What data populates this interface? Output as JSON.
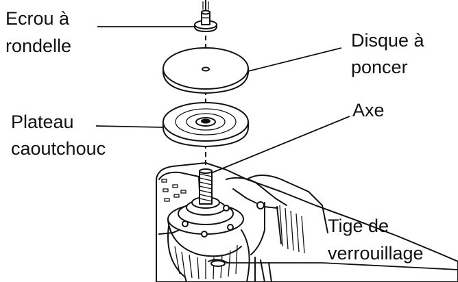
{
  "labels": {
    "ecrou_line1": "Ecrou à",
    "ecrou_line2": "rondelle",
    "disque_line1": "Disque à",
    "disque_line2": "poncer",
    "plateau_line1": "Plateau",
    "plateau_line2": "caoutchouc",
    "axe": "Axe",
    "tige_line1": "Tige de",
    "tige_line2": "verrouillage"
  }
}
